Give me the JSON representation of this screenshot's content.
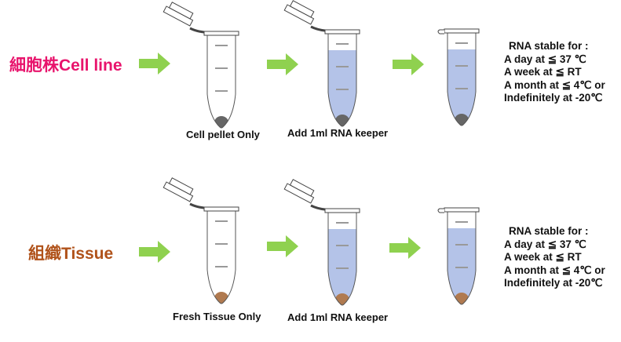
{
  "colors": {
    "cell_label": "#e8146c",
    "tissue_label": "#b0521a",
    "arrow": "#8fd14f",
    "liquid": "#b4c3e8"
  },
  "rows": [
    {
      "label": "細胞株Cell line",
      "caption1": "Cell pellet Only",
      "caption2": "Add 1ml RNA keeper",
      "info": [
        "RNA stable for :",
        "A day at ≦ 37 ℃",
        "A week at ≦ RT",
        "A month at ≦ 4℃ or",
        "Indefinitely at -20℃"
      ]
    },
    {
      "label": "組織Tissue",
      "caption1": "Fresh Tissue Only",
      "caption2": "Add 1ml RNA keeper",
      "info": [
        "RNA stable for :",
        "A day at ≦ 37 ℃",
        "A week at ≦ RT",
        "A month at ≦ 4℃ or",
        "Indefinitely at -20℃"
      ]
    }
  ]
}
